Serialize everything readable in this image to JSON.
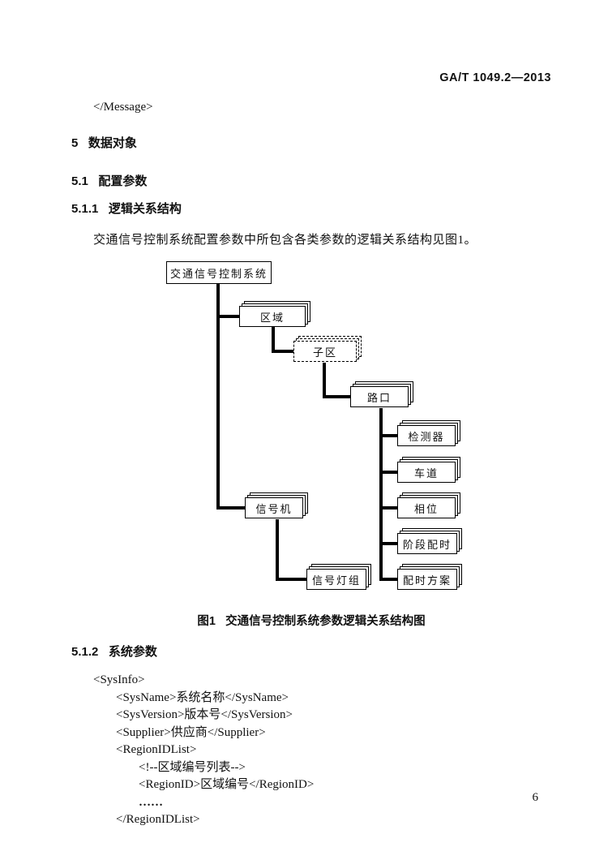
{
  "header": {
    "standard_number": "GA/T 1049.2—2013"
  },
  "footer": {
    "page_number": "6"
  },
  "content": {
    "message_close_tag": "</Message>",
    "heading_5": "5   数据对象",
    "heading_5_1": "5.1   配置参数",
    "heading_5_1_1": "5.1.1   逻辑关系结构",
    "paragraph_1": "交通信号控制系统配置参数中所包含各类参数的逻辑关系结构见图1。",
    "figure_caption": "图1   交通信号控制系统参数逻辑关系结构图",
    "heading_5_1_2": "5.1.2   系统参数"
  },
  "diagram": {
    "root": "交通信号控制系统",
    "region": "区域",
    "subregion": "子区",
    "intersection": "路口",
    "detector": "检测器",
    "lane": "车道",
    "phase": "相位",
    "stage_timing": "阶段配时",
    "timing_plan": "配时方案",
    "signal_controller": "信号机",
    "signal_lamp_group": "信号灯组"
  },
  "code": {
    "lines": [
      "<SysInfo>",
      "<SysName>系统名称</SysName>",
      "<SysVersion>版本号</SysVersion>",
      "<Supplier>供应商</Supplier>",
      "<RegionIDList>",
      "<!--区域编号列表-->",
      "<RegionID>区域编号</RegionID>",
      "……",
      "</RegionIDList>"
    ]
  }
}
